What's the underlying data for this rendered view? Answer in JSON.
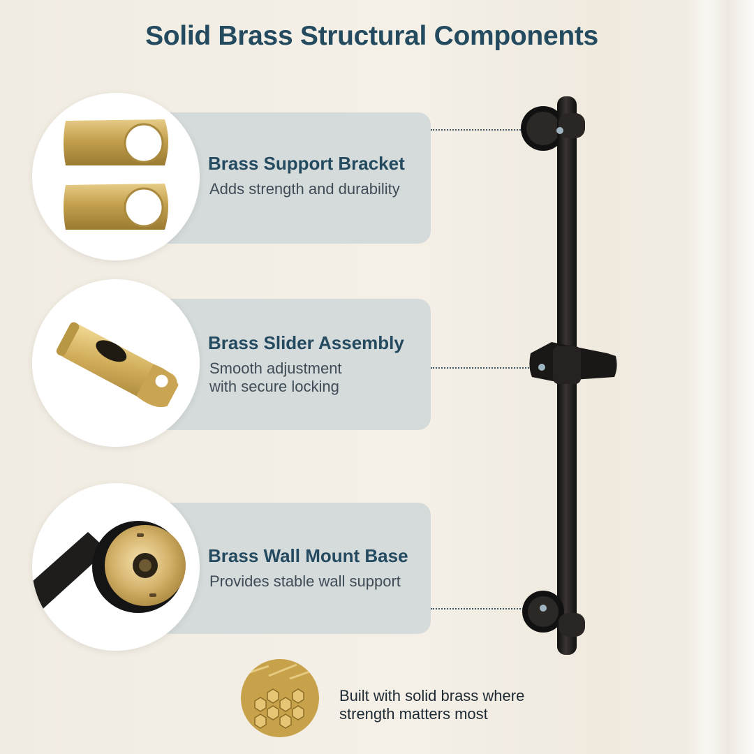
{
  "title": "Solid Brass Structural Components",
  "features": [
    {
      "title": "Brass Support Bracket",
      "description": [
        "Adds strength and durability"
      ],
      "icon": "brass-bracket-icon"
    },
    {
      "title": "Brass Slider Assembly",
      "description": [
        "Smooth adjustment",
        "with secure locking"
      ],
      "icon": "brass-slider-icon"
    },
    {
      "title": "Brass Wall Mount Base",
      "description": [
        "Provides stable wall support"
      ],
      "icon": "wall-mount-base-icon"
    }
  ],
  "footer": {
    "lines": [
      "Built with solid brass where",
      "strength matters most"
    ],
    "icon": "brass-rods-icon"
  },
  "colors": {
    "title": "#234a5e",
    "panel": "#d5dadb",
    "brass": "#c9a64e",
    "bar": "#1f1d1c"
  }
}
